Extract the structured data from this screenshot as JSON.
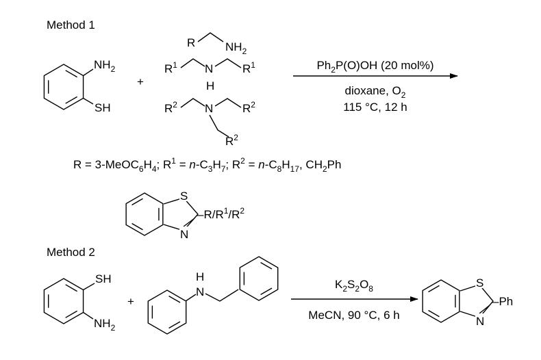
{
  "method1": {
    "title": "Method 1",
    "reactant1": {
      "top": [
        [
          "NH",
          "n"
        ],
        [
          "2",
          "sub"
        ]
      ],
      "bottom": [
        [
          "SH",
          "n"
        ]
      ]
    },
    "plus": "+",
    "amine1": {
      "left": [
        [
          "R",
          "n"
        ]
      ],
      "right": [
        [
          "NH",
          "n"
        ],
        [
          "2",
          "sub"
        ]
      ]
    },
    "amine2": {
      "left": [
        [
          "R",
          "n"
        ],
        [
          "1",
          "sup"
        ]
      ],
      "center": [
        [
          "N",
          "n"
        ]
      ],
      "right": [
        [
          "R",
          "n"
        ],
        [
          "1",
          "sup"
        ]
      ],
      "h": [
        [
          "H",
          "n"
        ]
      ]
    },
    "amine3": {
      "left": [
        [
          "R",
          "n"
        ],
        [
          "2",
          "sup"
        ]
      ],
      "center": [
        [
          "N",
          "n"
        ]
      ],
      "right": [
        [
          "R",
          "n"
        ],
        [
          "2",
          "sup"
        ]
      ],
      "bottom": [
        [
          "R",
          "n"
        ],
        [
          "2",
          "sup"
        ]
      ]
    },
    "conditions_above": [
      [
        "Ph",
        "n"
      ],
      [
        "2",
        "sub"
      ],
      [
        "P(O)OH (20 mol%)",
        "n"
      ]
    ],
    "conditions_below1": [
      [
        "dioxane, O",
        "n"
      ],
      [
        "2",
        "sub"
      ]
    ],
    "conditions_below2": [
      [
        "115 °C, 12 h",
        "n"
      ]
    ],
    "definitions": [
      [
        "R = 3-MeOC",
        "n"
      ],
      [
        "6",
        "sub"
      ],
      [
        "H",
        "n"
      ],
      [
        "4",
        "sub"
      ],
      [
        "; R",
        "n"
      ],
      [
        "1",
        "sup"
      ],
      [
        " = ",
        "n"
      ],
      [
        "n",
        "i"
      ],
      [
        "-C",
        "n"
      ],
      [
        "3",
        "sub"
      ],
      [
        "H",
        "n"
      ],
      [
        "7",
        "sub"
      ],
      [
        "; R",
        "n"
      ],
      [
        "2",
        "sup"
      ],
      [
        " = ",
        "n"
      ],
      [
        "n",
        "i"
      ],
      [
        "-C",
        "n"
      ],
      [
        "8",
        "sub"
      ],
      [
        "H",
        "n"
      ],
      [
        "17",
        "sub"
      ],
      [
        ", CH",
        "n"
      ],
      [
        "2",
        "sub"
      ],
      [
        "Ph",
        "n"
      ]
    ],
    "product": {
      "s": [
        [
          "S",
          "n"
        ]
      ],
      "n": [
        [
          "N",
          "n"
        ]
      ],
      "substituent": [
        [
          "–R/R",
          "n"
        ],
        [
          "1",
          "sup"
        ],
        [
          "/R",
          "n"
        ],
        [
          "2",
          "sup"
        ]
      ]
    }
  },
  "method2": {
    "title": "Method 2",
    "reactant1": {
      "top": [
        [
          "SH",
          "n"
        ]
      ],
      "bottom": [
        [
          "NH",
          "n"
        ],
        [
          "2",
          "sub"
        ]
      ]
    },
    "plus": "+",
    "amine": {
      "nh_h": [
        [
          "H",
          "n"
        ]
      ],
      "nh_n": [
        [
          "N",
          "n"
        ]
      ]
    },
    "conditions_above": [
      [
        "K",
        "n"
      ],
      [
        "2",
        "sub"
      ],
      [
        "S",
        "n"
      ],
      [
        "2",
        "sub"
      ],
      [
        "O",
        "n"
      ],
      [
        "8",
        "sub"
      ]
    ],
    "conditions_below": [
      [
        "MeCN, 90 °C, 6 h",
        "n"
      ]
    ],
    "product": {
      "s": [
        [
          "S",
          "n"
        ]
      ],
      "n": [
        [
          "N",
          "n"
        ]
      ],
      "substituent": [
        [
          "–Ph",
          "n"
        ]
      ]
    }
  }
}
